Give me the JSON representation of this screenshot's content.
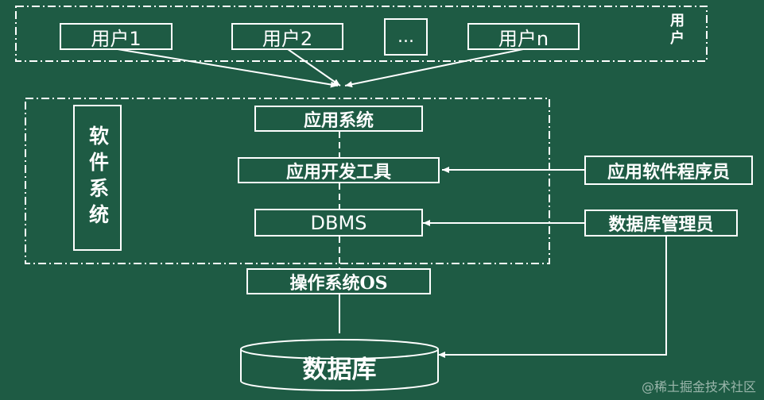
{
  "users": {
    "group_label": "用户",
    "items": [
      "用户1",
      "用户2",
      "...",
      "用户n"
    ]
  },
  "software": {
    "group_label": "软件系统",
    "app_system": "应用系统",
    "dev_tools": "应用开发工具",
    "dbms": "DBMS"
  },
  "os": "操作系统OS",
  "database": "数据库",
  "roles": {
    "app_programmer": "应用软件程序员",
    "dba": "数据库管理员"
  },
  "watermark": "@稀土掘金技术社区",
  "colors": {
    "background": "#1e5b44",
    "foreground": "#ffffff"
  }
}
